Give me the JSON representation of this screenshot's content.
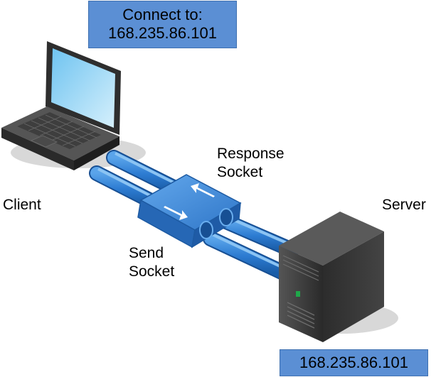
{
  "connect_box": {
    "line1": "Connect to:",
    "line2": "168.235.86.101"
  },
  "server_ip_box": {
    "text": "168.235.86.101"
  },
  "labels": {
    "client": "Client",
    "server": "Server",
    "response_socket": [
      "Response",
      "Socket"
    ],
    "send_socket": [
      "Send",
      "Socket"
    ]
  },
  "colors": {
    "box_fill": "#5b8fd4",
    "pipe_blue": "#2e7bd0",
    "socket_blue": "#3f86d6",
    "laptop_body": "#3c3c3c",
    "screen_blue": "#8fd0f4",
    "server_body": "#3a3a3a"
  }
}
